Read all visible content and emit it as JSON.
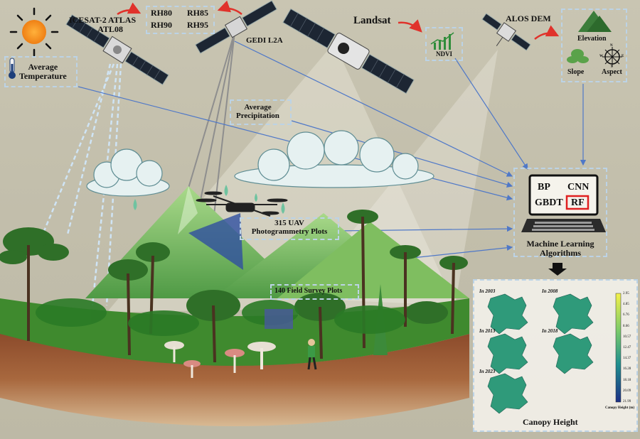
{
  "sources": {
    "icesat": {
      "line1": "ICESAT-2 ATLAS",
      "line2": "ATL08"
    },
    "gedi": "GEDI L2A",
    "landsat": "Landsat",
    "alos": "ALOS DEM",
    "rh": [
      "RH80",
      "RH85",
      "RH90",
      "RH95"
    ],
    "ndvi": "NDVI"
  },
  "variables": {
    "temperature": {
      "line1": "Average",
      "line2": "Temperature"
    },
    "precipitation": {
      "line1": "Average",
      "line2": "Precipitation"
    },
    "terrain": {
      "elevation": "Elevation",
      "slope": "Slope",
      "aspect": "Aspect",
      "compass": [
        "N",
        "E",
        "S",
        "W"
      ]
    }
  },
  "plots": {
    "uav": {
      "line1": "315 UAV",
      "line2": "Photogrammetry Plots"
    },
    "field": "140 Field Survey Plots"
  },
  "ml": {
    "models": [
      "BP",
      "CNN",
      "GBDT",
      "RF"
    ],
    "highlight": "RF",
    "title_line1": "Machine Learning",
    "title_line2": "Algorithms"
  },
  "output": {
    "title": "Canopy Height",
    "years": [
      "In 2003",
      "In 2008",
      "In 2013",
      "In 2018",
      "In 2023"
    ],
    "legend_title": "Canopy Height (m)",
    "legend_ticks": [
      "2.95",
      "4.85",
      "6.76",
      "8.66",
      "10.57",
      "12.47",
      "14.37",
      "16.28",
      "18.18",
      "20.09",
      "21.99"
    ]
  },
  "colors": {
    "dashed_box": "#bcd3e6",
    "arrow_red": "#e0322b",
    "link_line": "#4f78c8",
    "beam": "#cfe4f5",
    "rf_box": "#e02020"
  }
}
